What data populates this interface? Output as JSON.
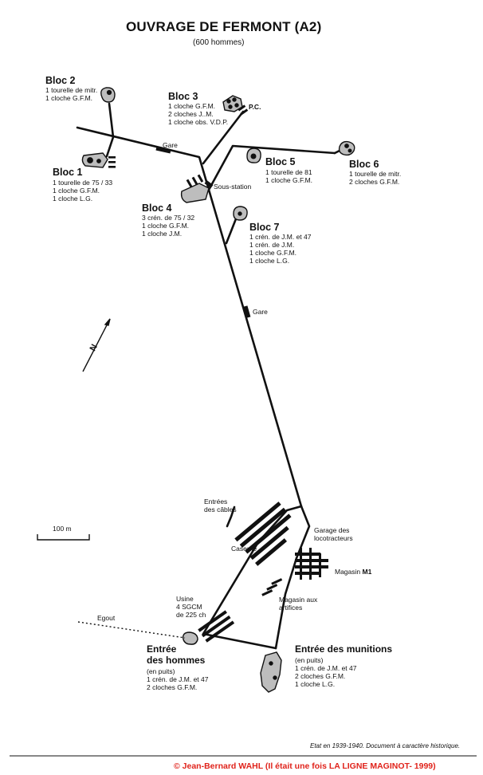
{
  "title": "OUVRAGE DE FERMONT (A2)",
  "subtitle": "(600 hommes)",
  "blocks": {
    "bloc1": {
      "name": "Bloc 1",
      "details": [
        "1 tourelle de 75 / 33",
        "1 cloche G.F.M.",
        "1 cloche L.G."
      ]
    },
    "bloc2": {
      "name": "Bloc 2",
      "details": [
        "1 tourelle de mitr.",
        "1 cloche G.F.M."
      ]
    },
    "bloc3": {
      "name": "Bloc 3",
      "details": [
        "1 cloche G.F.M.",
        "2 cloches J..M.",
        "1 cloche obs. V.D.P."
      ]
    },
    "bloc4": {
      "name": "Bloc 4",
      "details": [
        "3 crén. de 75 / 32",
        "1 cloche G.F.M.",
        "1 cloche J.M."
      ]
    },
    "bloc5": {
      "name": "Bloc 5",
      "details": [
        "1 tourelle de 81",
        "1 cloche G.F.M."
      ]
    },
    "bloc6": {
      "name": "Bloc 6",
      "details": [
        "1 tourelle de mitr.",
        "2 cloches G.F.M."
      ]
    },
    "bloc7": {
      "name": "Bloc 7",
      "details": [
        "1 crén. de J.M. et 47",
        "1 crén. de J.M.",
        "1 cloche G.F.M.",
        "1 cloche L.G."
      ]
    }
  },
  "labels": {
    "pc": "P.C.",
    "gare1": "Gare",
    "gare2": "Gare",
    "sous_station": "Sous-station",
    "entrees_cables": [
      "Entrées",
      "des câbles"
    ],
    "caserne": "Caserne",
    "garage": [
      "Garage des",
      "locotracteurs"
    ],
    "magasin_m1_prefix": "Magasin",
    "magasin_m1_code": "M1",
    "magasin_artifices": [
      "Magasin aux",
      "artifices"
    ],
    "usine": [
      "Usine",
      "4 SGCM",
      "de 225 ch"
    ],
    "egout": "Egout",
    "north": "N",
    "scale": "100 m"
  },
  "entrances": {
    "hommes": {
      "name": [
        "Entrée",
        "des hommes"
      ],
      "sub": "(en puits)",
      "details": [
        "1 crén. de J.M. et 47",
        "2 cloches G.F.M."
      ]
    },
    "munitions": {
      "name": "Entrée des munitions",
      "sub": "(en puits)",
      "details": [
        "1 crén. de J.M. et 47",
        "2 cloches G.F.M.",
        "1 cloche L.G."
      ]
    }
  },
  "footnote": "Etat en 1939-1940. Document à caractère historique.",
  "copyright": "© Jean-Bernard WAHL (Il était une fois LA LIGNE MAGINOT- 1999)",
  "colors": {
    "ink": "#111111",
    "block_fill": "#bdbdbd",
    "copyright": "#e0231b"
  }
}
